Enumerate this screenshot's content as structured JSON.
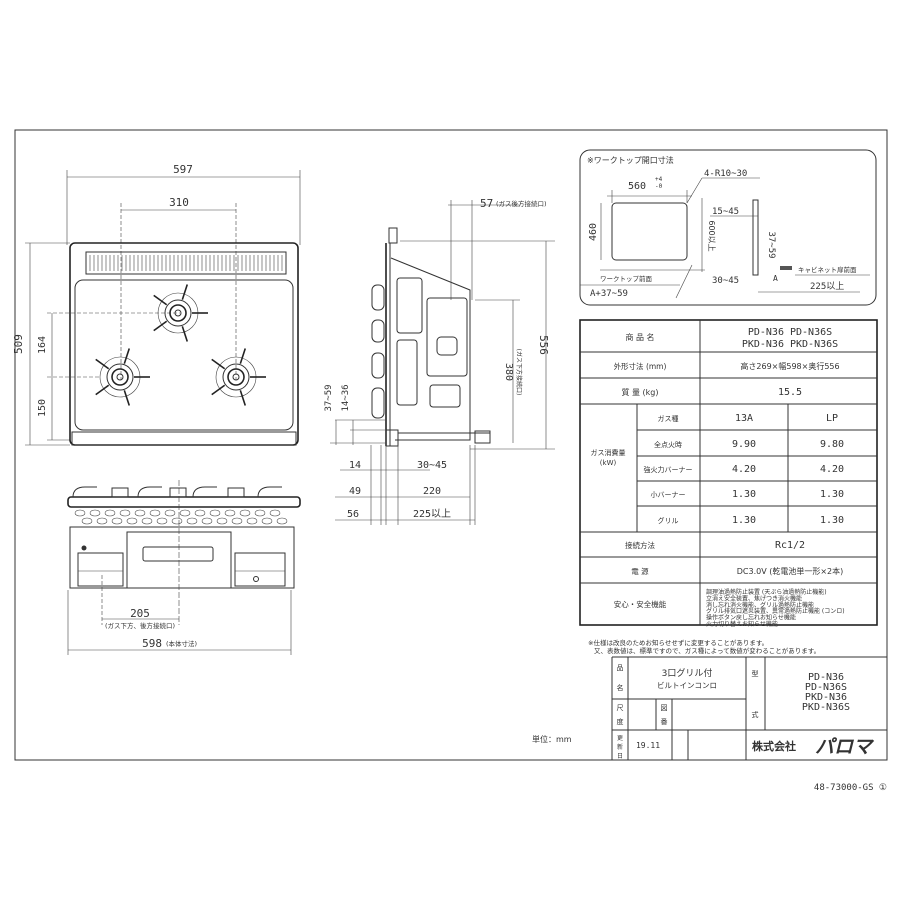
{
  "top_view": {
    "dim_width": "597",
    "dim_burner_span": "310",
    "dim_depth": "509",
    "dim_164": "164",
    "dim_150": "150"
  },
  "side_view": {
    "dim_57": "57",
    "dim_57_note": "(ガス後方接続口)",
    "dim_556": "556",
    "dim_380": "380",
    "dim_380_note": "(ガス下方接続口)",
    "dim_37_59": "37~59",
    "dim_14_36": "14~36",
    "dim_14": "14",
    "dim_30_45": "30~45",
    "dim_49": "49",
    "dim_220": "220",
    "dim_56": "56",
    "dim_225": "225以上"
  },
  "front_view": {
    "dim_205": "205",
    "dim_205_note": "(ガス下方、後方接続口)",
    "dim_598": "598",
    "dim_598_note": "(本体寸法)"
  },
  "inset": {
    "title": "※ワークトップ開口寸法",
    "dim_560": "560",
    "tol_plus": "+4",
    "tol_minus": "-0",
    "dim_460": "460",
    "dim_600": "600以上",
    "radius": "4-R10~30",
    "worktop_front": "ワークトップ前面",
    "dim_a": "A+37~59",
    "dim_15_45": "15~45",
    "dim_37_59": "37~59",
    "dim_30_45": "30~45",
    "label_a": "A",
    "cabinet_front": "キャビネット扉前面",
    "dim_225": "225以上"
  },
  "spec_table": {
    "product_label": "商 品 名",
    "products_line1": "PD-N36  PD-N36S",
    "products_line2": "PKD-N36 PKD-N36S",
    "dims_label": "外形寸法 (mm)",
    "dims_value": "高さ269×幅598×奥行556",
    "weight_label": "質 量 (kg)",
    "weight_value": "15.5",
    "gas_label": "ガス消費量",
    "gas_unit": "(kW)",
    "rows": [
      {
        "label": "ガス種",
        "v13a": "13A",
        "vlp": "LP"
      },
      {
        "label": "全点火時",
        "v13a": "9.90",
        "vlp": "9.80"
      },
      {
        "label": "強火力バーナー",
        "v13a": "4.20",
        "vlp": "4.20"
      },
      {
        "label": "小バーナー",
        "v13a": "1.30",
        "vlp": "1.30"
      },
      {
        "label": "グリル",
        "v13a": "1.30",
        "vlp": "1.30"
      }
    ],
    "connection_label": "接続方法",
    "connection_value": "Rc1/2",
    "power_label": "電 源",
    "power_value": "DC3.0V (乾電池単一形×2本)",
    "safety_label": "安心・安全機能",
    "safety_items": [
      "調理油過熱防止装置 (天ぷら油過熱防止機能)",
      "立消え安全装置、焦げつき消火機能",
      "消し忘れ消火機能、グリル過熱防止機能",
      "グリル排気口遮炎装置、異常過熱防止機能 (コンロ)",
      "操作ボタン戻し忘れお知らせ機能",
      "火力切り替えお知らせ機能"
    ]
  },
  "notes": {
    "line1": "※仕様は改良のためお知らせせずに変更することがあります。",
    "line2": "又、表数値は、標準ですので、ガス種によって数値が変わることがあります。"
  },
  "title_block": {
    "name_label_1": "品",
    "name_label_2": "名",
    "product_name_1": "3口グリル付",
    "product_name_2": "ビルトインコンロ",
    "scale_label_1": "尺",
    "scale_label_2": "度",
    "drawing_label_1": "図",
    "drawing_label_2": "番",
    "model_label_1": "型",
    "model_label_2": "式",
    "models": [
      "PD-N36",
      "PD-N36S",
      "PKD-N36",
      "PKD-N36S"
    ],
    "update_label": [
      "更",
      "新",
      "日"
    ],
    "update_date": "19.11",
    "company": "株式会社",
    "brand": "パロマ"
  },
  "unit_label": "単位：mm",
  "drawing_number": "48-73000-GS ①"
}
